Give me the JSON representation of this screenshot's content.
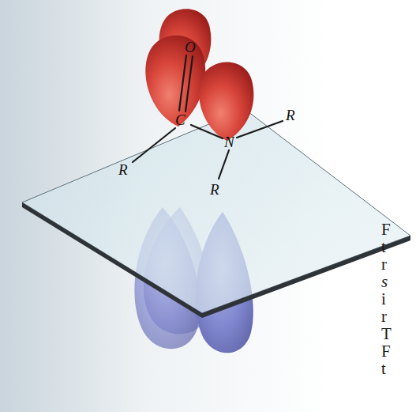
{
  "diagram": {
    "labels": [
      "O",
      "C",
      "N",
      "R",
      "R",
      "R",
      "F",
      "t",
      "r",
      "s",
      "i",
      "r",
      "T",
      "F",
      "t"
    ]
  }
}
